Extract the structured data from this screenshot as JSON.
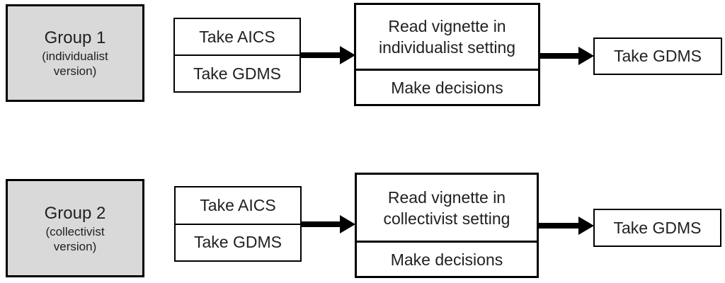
{
  "diagram": {
    "colors": {
      "group_box_fill": "#d9d9d9",
      "step_box_fill": "#ffffff",
      "border": "#000000",
      "arrow": "#000000",
      "text": "#212121",
      "background": "#ffffff"
    },
    "rows": [
      {
        "group_title": "Group 1",
        "group_subtitle_line1": "(individualist",
        "group_subtitle_line2": "version)",
        "pretest_top": "Take AICS",
        "pretest_bottom": "Take GDMS",
        "task_line1": "Read vignette in",
        "task_line2": "individualist setting",
        "task_bottom": "Make decisions",
        "posttest": "Take GDMS"
      },
      {
        "group_title": "Group 2",
        "group_subtitle_line1": "(collectivist",
        "group_subtitle_line2": "version)",
        "pretest_top": "Take AICS",
        "pretest_bottom": "Take GDMS",
        "task_line1": "Read vignette in",
        "task_line2": "collectivist setting",
        "task_bottom": "Make decisions",
        "posttest": "Take GDMS"
      }
    ]
  }
}
